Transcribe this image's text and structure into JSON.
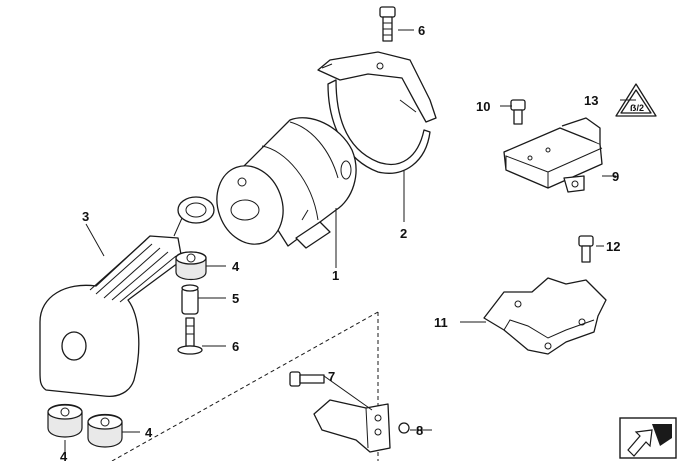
{
  "callouts": {
    "c1": "1",
    "c2": "2",
    "c3": "3",
    "c4a": "4",
    "c4b": "4",
    "c4c": "4",
    "c5": "5",
    "c6a": "6",
    "c6b": "6",
    "c7": "7",
    "c8": "8",
    "c9": "9",
    "c10": "10",
    "c11": "11",
    "c12": "12",
    "c13": "13"
  },
  "warning_label": {
    "text": "ẞ/2"
  },
  "icons": {
    "warning": "warning-triangle-icon",
    "direction": "direction-arrow-icon"
  }
}
